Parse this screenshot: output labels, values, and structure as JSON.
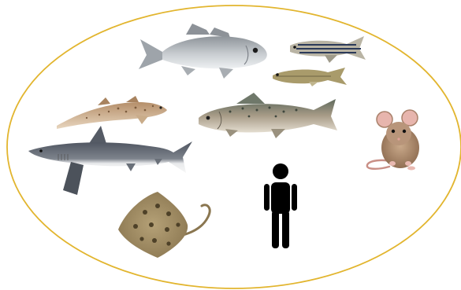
{
  "colors": {
    "background": "#ffffff",
    "ellipse_stroke": "#e2b52e",
    "human_silhouette": "#000000"
  },
  "organisms": [
    {
      "id": "sea-bass",
      "icon": "sea-bass-icon"
    },
    {
      "id": "zebrafish",
      "icon": "zebrafish-icon"
    },
    {
      "id": "medaka",
      "icon": "medaka-icon"
    },
    {
      "id": "catshark",
      "icon": "catshark-icon"
    },
    {
      "id": "salmon",
      "icon": "salmon-icon"
    },
    {
      "id": "shark",
      "icon": "shark-icon"
    },
    {
      "id": "mouse",
      "icon": "mouse-icon"
    },
    {
      "id": "skate",
      "icon": "skate-icon"
    },
    {
      "id": "human",
      "icon": "human-icon"
    }
  ]
}
